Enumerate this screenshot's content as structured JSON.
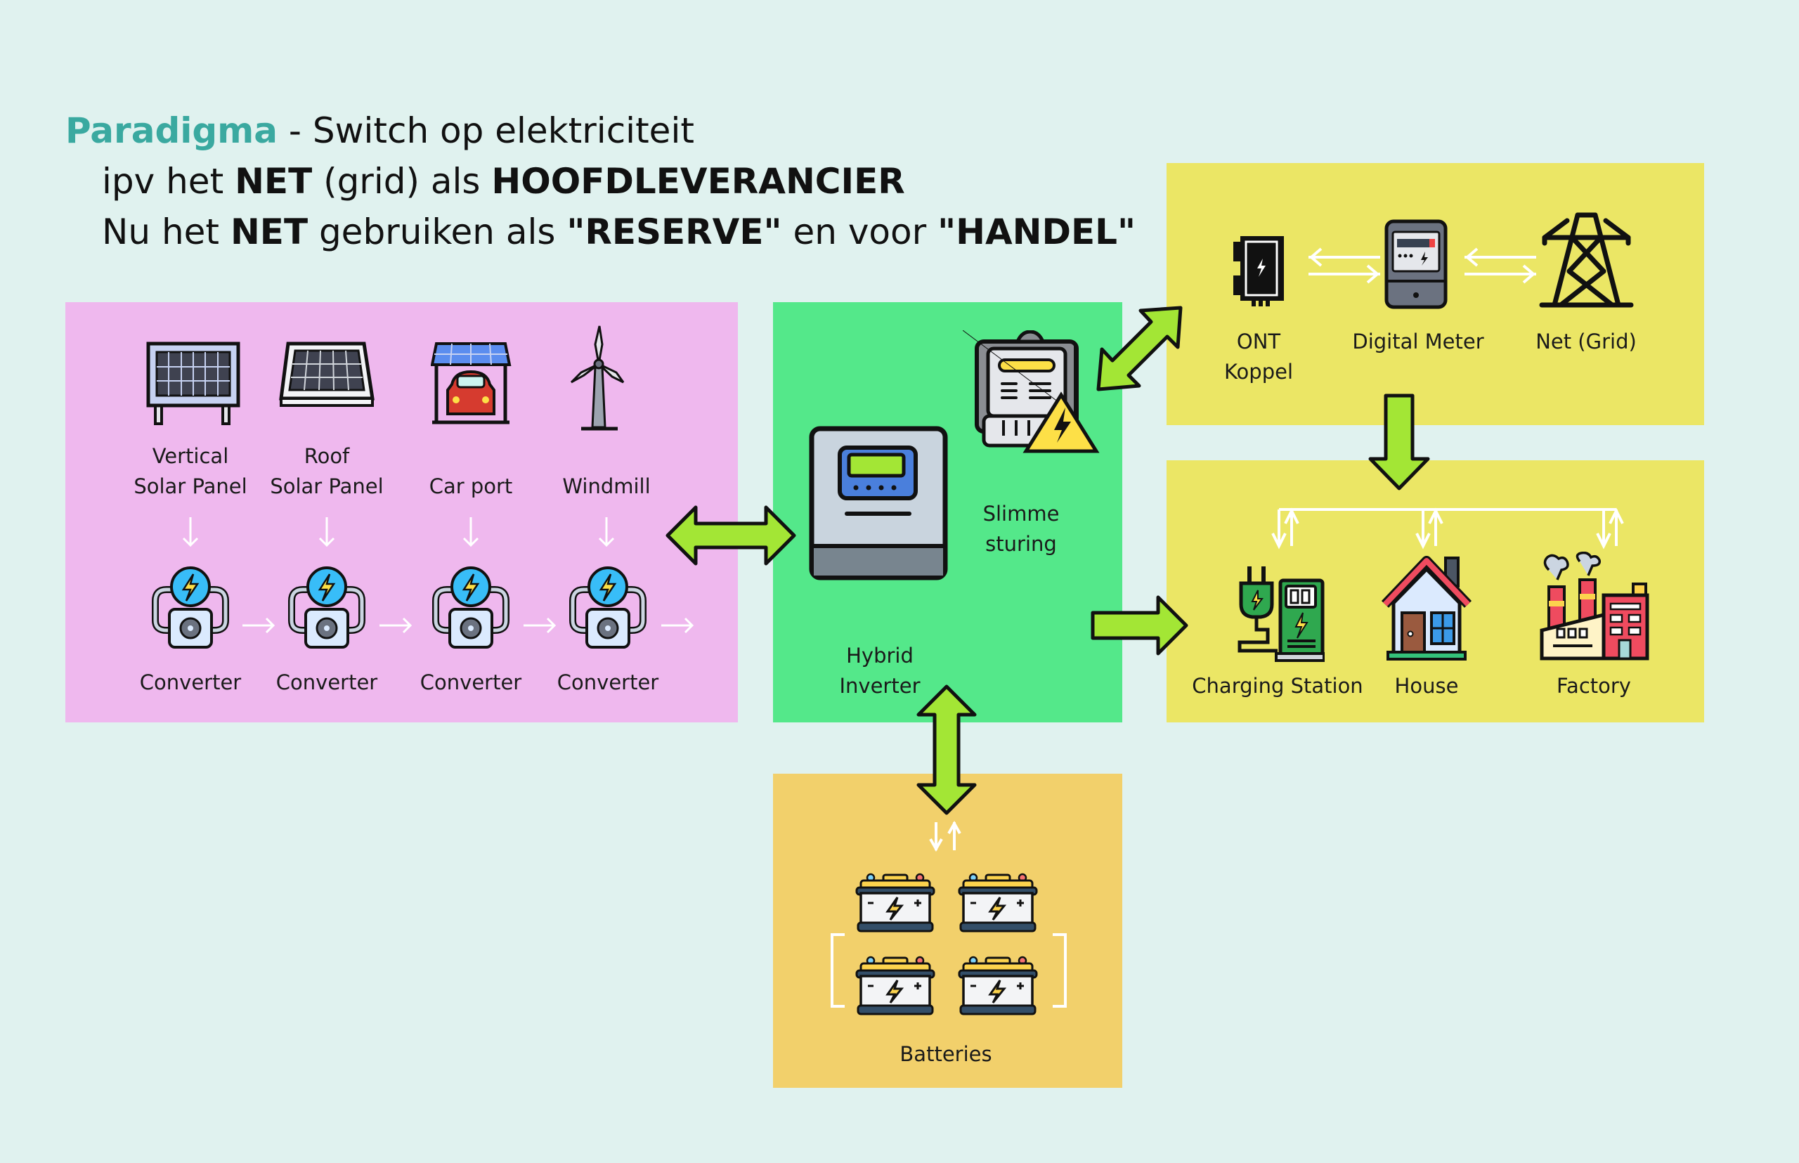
{
  "header": {
    "accent_word": "Paradigma",
    "line1_rest": " - Switch op elektriciteit",
    "line2": {
      "pre": "ipv het ",
      "b1": "NET",
      "mid": " (grid) als ",
      "b2": "HOOFDLEVERANCIER"
    },
    "line3": {
      "pre": "Nu het ",
      "b1": "NET",
      "mid": " gebruiken als ",
      "b2": "\"RESERVE\"",
      "mid2": " en voor ",
      "b3": "\"HANDEL\""
    }
  },
  "sources": {
    "items": [
      {
        "label_line1": "Vertical",
        "label_line2": "Solar Panel",
        "icon": "vertical-solar-panel-icon"
      },
      {
        "label_line1": "Roof",
        "label_line2": "Solar Panel",
        "icon": "roof-solar-panel-icon"
      },
      {
        "label_line1": "",
        "label_line2": "Car port",
        "icon": "carport-icon"
      },
      {
        "label_line1": "",
        "label_line2": "Windmill",
        "icon": "windmill-icon"
      }
    ],
    "converters": [
      "Converter",
      "Converter",
      "Converter",
      "Converter"
    ]
  },
  "control": {
    "inverter_line1": "Hybrid",
    "inverter_line2": "Inverter",
    "smart_line1": "Slimme",
    "smart_line2": "sturing"
  },
  "grid": {
    "ont_line1": "ONT",
    "ont_line2": "Koppel",
    "meter": "Digital Meter",
    "net": "Net (Grid)"
  },
  "consumers": {
    "charging": "Charging Station",
    "house": "House",
    "factory": "Factory"
  },
  "storage": {
    "label": "Batteries",
    "count": 4
  },
  "colors": {
    "background": "#e0f2ef",
    "accent": "#3aa9a0",
    "sources_block": "#efb8ee",
    "control_block": "#54e88a",
    "grid_block": "#ebe665",
    "storage_block": "#f2d06b",
    "flow_arrow": "#a3e635"
  }
}
